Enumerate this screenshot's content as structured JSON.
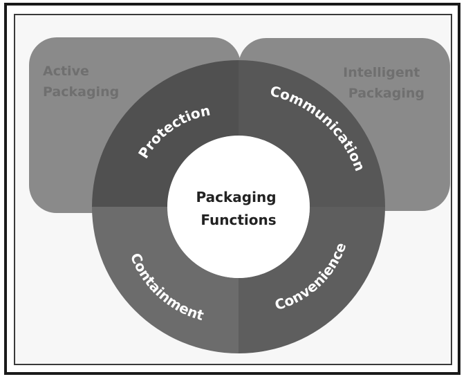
{
  "diagram": {
    "corner_boxes": [
      {
        "id": "active",
        "lines": [
          "Active",
          "Packaging"
        ]
      },
      {
        "id": "intelligent",
        "lines": [
          "Intelligent",
          "Packaging"
        ]
      }
    ],
    "center": {
      "lines": [
        "Packaging",
        "Functions"
      ]
    },
    "segments": [
      {
        "id": "protection",
        "label": "Protection"
      },
      {
        "id": "communication",
        "label": "Communication"
      },
      {
        "id": "convenience",
        "label": "Convenience"
      },
      {
        "id": "containment",
        "label": "Containment"
      }
    ]
  },
  "colors": {
    "box_fill": "#8a8a8a",
    "box_text": "#6f6f6f",
    "ring_top_left": "#505050",
    "ring_top_right": "#575757",
    "ring_bottom_right": "#5e5e5e",
    "ring_bottom_left": "#6c6c6c",
    "ring_label": "#ffffff",
    "center_fill": "#ffffff",
    "center_text": "#222222"
  }
}
